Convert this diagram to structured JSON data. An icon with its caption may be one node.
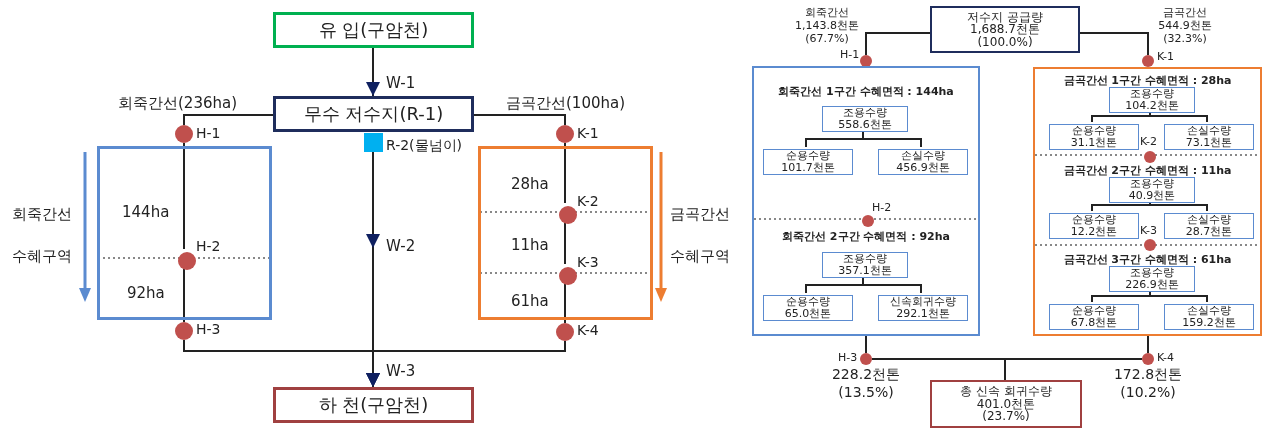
{
  "diagram": {
    "nodes": [
      {
        "text": [
          "유 입(구암천)"
        ]
      },
      {
        "text": [
          "무수 저수지(R-1)"
        ]
      },
      {
        "text": [],
        "shape": "box",
        "beside": [
          "R-2(물넘이)"
        ]
      },
      {
        "text": [],
        "shape": "circle",
        "beside": [
          "H-1"
        ]
      },
      {
        "text": [],
        "shape": "circle",
        "beside": [
          "K-1"
        ]
      },
      {
        "text": [
          "144ha",
          "92ha"
        ],
        "beside": [
          "회죽간선 수혜구역"
        ]
      },
      {
        "text": [],
        "shape": "circle",
        "beside": [
          "H-2"
        ],
        "in": 5
      },
      {
        "text": [
          "28ha",
          "11ha",
          "61ha"
        ],
        "beside": [
          "금곡간선 수혜구역"
        ]
      },
      {
        "text": [],
        "shape": "circle",
        "beside": [
          "K-2"
        ],
        "in": 7
      },
      {
        "text": [],
        "shape": "circle",
        "beside": [
          "K-3"
        ],
        "in": 7
      },
      {
        "text": [],
        "shape": "circle",
        "beside": [
          "H-3"
        ]
      },
      {
        "text": [],
        "shape": "circle",
        "beside": [
          "K-4"
        ]
      },
      {
        "text": [
          "하 천(구암천)"
        ]
      },
      {
        "text": [
          "저수지 공급량",
          "1,688.7천톤 (100.0%)"
        ]
      },
      {
        "text": [],
        "shape": "circle",
        "beside": [
          "H-1"
        ]
      },
      {
        "text": [],
        "shape": "circle",
        "beside": [
          "K-1"
        ]
      },
      {
        "text": [
          "회죽간선 1구간 수혜면적 : 144ha",
          "회죽간선 2구간 수혜면적 : 92ha"
        ]
      },
      {
        "text": [
          "조용수량",
          "558.6천톤"
        ],
        "in": 16
      },
      {
        "text": [
          "순용수량",
          "101.7천톤"
        ],
        "in": 16
      },
      {
        "text": [
          "손실수량",
          "456.9천톤"
        ],
        "in": 16
      },
      {
        "text": [],
        "shape": "circle",
        "beside": [
          "H-2"
        ],
        "in": 16
      },
      {
        "text": [
          "조용수량",
          "357.1천톤"
        ],
        "in": 16
      },
      {
        "text": [
          "순용수량",
          "65.0천톤"
        ],
        "in": 16
      },
      {
        "text": [
          "신속회귀수량",
          "292.1천톤"
        ],
        "in": 16
      },
      {
        "text": [
          "금곡간선 1구간 수혜면적 : 28ha",
          "금곡간선 2구간 수혜면적 : 11ha",
          "금곡간선 3구간 수혜면적 : 61ha"
        ]
      },
      {
        "text": [
          "조용수량",
          "104.2천톤"
        ],
        "in": 24
      },
      {
        "text": [
          "순용수량",
          "31.1천톤"
        ],
        "in": 24
      },
      {
        "text": [
          "손실수량",
          "73.1천톤"
        ],
        "in": 24
      },
      {
        "text": [],
        "shape": "circle",
        "beside": [
          "K-2"
        ],
        "in": 24
      },
      {
        "text": [
          "조용수량",
          "40.9천톤"
        ],
        "in": 24
      },
      {
        "text": [
          "순용수량",
          "12.2천톤"
        ],
        "in": 24
      },
      {
        "text": [
          "손실수량",
          "28.7천톤"
        ],
        "in": 24
      },
      {
        "text": [],
        "shape": "circle",
        "beside": [
          "K-3"
        ],
        "in": 24
      },
      {
        "text": [
          "조용수량",
          "226.9천톤"
        ],
        "in": 24
      },
      {
        "text": [
          "순용수량",
          "67.8천톤"
        ],
        "in": 24
      },
      {
        "text": [
          "손실수량",
          "159.2천톤"
        ],
        "in": 24
      },
      {
        "text": [],
        "shape": "circle",
        "beside": [
          "H-3",
          "228.2천톤 (13.5%)"
        ]
      },
      {
        "text": [],
        "shape": "circle",
        "beside": [
          "K-4",
          "172.8천톤 (10.2%)"
        ]
      },
      {
        "text": [
          "총 신속 회귀수량",
          "401.0천톤 (23.7%)"
        ]
      }
    ],
    "edges": [
      {
        "from": 0,
        "to": 1,
        "arrow": "to",
        "label": "W-1"
      },
      {
        "from": 1,
        "to": 3,
        "arrow": "none",
        "label": "회죽간선(236ha)"
      },
      {
        "from": 1,
        "to": 4,
        "arrow": "none",
        "label": "금곡간선(100ha)"
      },
      {
        "from": 3,
        "to": 6,
        "arrow": "none"
      },
      {
        "from": 6,
        "to": 10,
        "arrow": "none"
      },
      {
        "from": 4,
        "to": 8,
        "arrow": "none"
      },
      {
        "from": 8,
        "to": 9,
        "arrow": "none"
      },
      {
        "from": 9,
        "to": 11,
        "arrow": "none"
      },
      {
        "from": 2,
        "to": 12,
        "arrow": "to",
        "label": "W-2"
      },
      {
        "from": 10,
        "to": 12,
        "arrow": "to",
        "label": "W-3"
      },
      {
        "from": 11,
        "to": 12,
        "arrow": "to"
      },
      {
        "from": 13,
        "to": 14,
        "arrow": "none",
        "label": "회죽간선 1,143.8천톤 (67.7%)"
      },
      {
        "from": 13,
        "to": 15,
        "arrow": "none",
        "label": "금곡간선 544.9천톤 (32.3%)"
      },
      {
        "from": 17,
        "to": 18,
        "arrow": "none"
      },
      {
        "from": 17,
        "to": 19,
        "arrow": "none"
      },
      {
        "from": 21,
        "to": 22,
        "arrow": "none"
      },
      {
        "from": 21,
        "to": 23,
        "arrow": "none"
      },
      {
        "from": 25,
        "to": 26,
        "arrow": "none"
      },
      {
        "from": 25,
        "to": 27,
        "arrow": "none"
      },
      {
        "from": 29,
        "to": 30,
        "arrow": "none"
      },
      {
        "from": 29,
        "to": 31,
        "arrow": "none"
      },
      {
        "from": 33,
        "to": 34,
        "arrow": "none"
      },
      {
        "from": 33,
        "to": 35,
        "arrow": "none"
      },
      {
        "from": 16,
        "to": 36,
        "arrow": "none"
      },
      {
        "from": 24,
        "to": 37,
        "arrow": "none"
      },
      {
        "from": 36,
        "to": 38,
        "arrow": "none"
      },
      {
        "from": 37,
        "to": 38,
        "arrow": "none"
      }
    ]
  }
}
